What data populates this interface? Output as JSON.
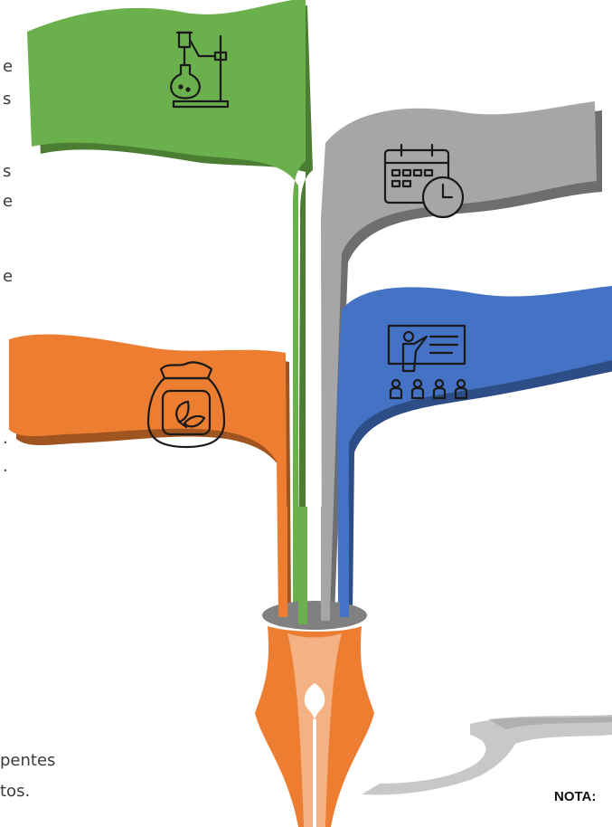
{
  "left_text_fragments": [
    "e",
    "s",
    "s",
    "e",
    "e",
    ".",
    "."
  ],
  "bottom_text": {
    "line1": "pentes",
    "line2": "tos."
  },
  "note_label": "NOTA:",
  "flags": [
    {
      "id": "green",
      "color": "#6ab04c",
      "shadow": "#4b7d33",
      "icon": "laboratory-distillation-icon"
    },
    {
      "id": "gray",
      "color": "#a6a6a6",
      "shadow": "#6e6e6e",
      "icon": "calendar-clock-icon"
    },
    {
      "id": "blue",
      "color": "#4472c4",
      "shadow": "#2d4d86",
      "icon": "teacher-presentation-icon"
    },
    {
      "id": "orange",
      "color": "#ed7d31",
      "shadow": "#a0541f",
      "icon": "seed-bag-icon"
    }
  ],
  "pen": {
    "body_color": "#ed7d31",
    "highlight_color": "#f4b183",
    "collar_color": "#808080"
  },
  "brush_stroke_color": "#bfbfbf"
}
